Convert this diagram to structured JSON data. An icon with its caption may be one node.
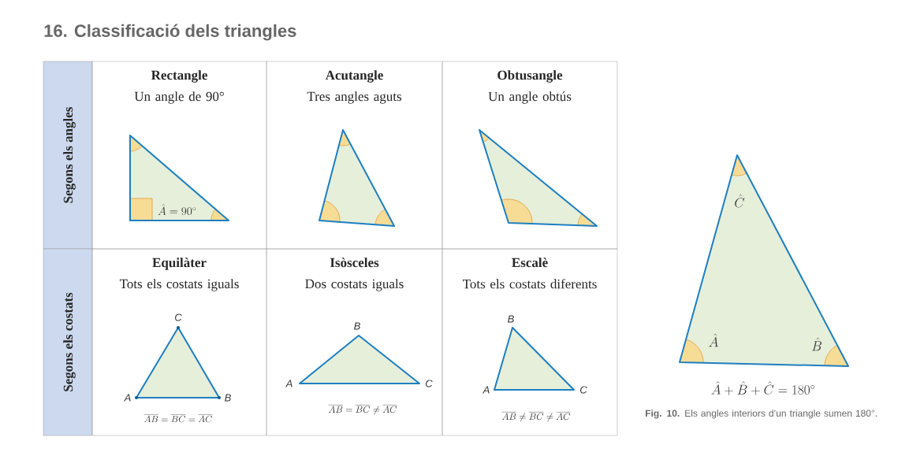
{
  "diagram": {
    "title": "16. Classificació dels triangles",
    "caption": "**Fig. 10.** Els angles interiors d’un triangle sumen 180°.",
    "nodes": [
      {
        "text": [
          "Segons els angles"
        ]
      },
      {
        "text": [
          "Rectangle",
          "Un angle de 90°"
        ]
      },
      {
        "text": [
          "Acutangle",
          "Tres angles aguts"
        ]
      },
      {
        "text": [
          "Obtusangle",
          "Un angle obtús"
        ]
      },
      {
        "text": [
          "Segons els costats"
        ]
      },
      {
        "text": [
          "Equilàter",
          "Tots els costats iguals"
        ]
      },
      {
        "text": [
          "Isòsceles",
          "Dos costats iguals"
        ]
      },
      {
        "text": [
          "Escalè",
          "Tots els costats diferents"
        ]
      }
    ],
    "labels": [
      "\\hat{A} = 90^{\\circ}",
      "C",
      "A",
      "B",
      "\\overline{AB} = \\overline{BC} = \\overline{AC}",
      "B",
      "A",
      "C",
      "\\overline{AB} = \\overline{BC} \\neq \\overline{AC}",
      "B",
      "A",
      "C",
      "\\overline{AB} \\neq \\overline{BC} \\neq \\overline{AC}",
      "\\hat{C}",
      "\\hat{A}",
      "\\hat{B}",
      "\\hat{A} + \\hat{B} + \\hat{C} = 180^{\\circ}"
    ]
  }
}
